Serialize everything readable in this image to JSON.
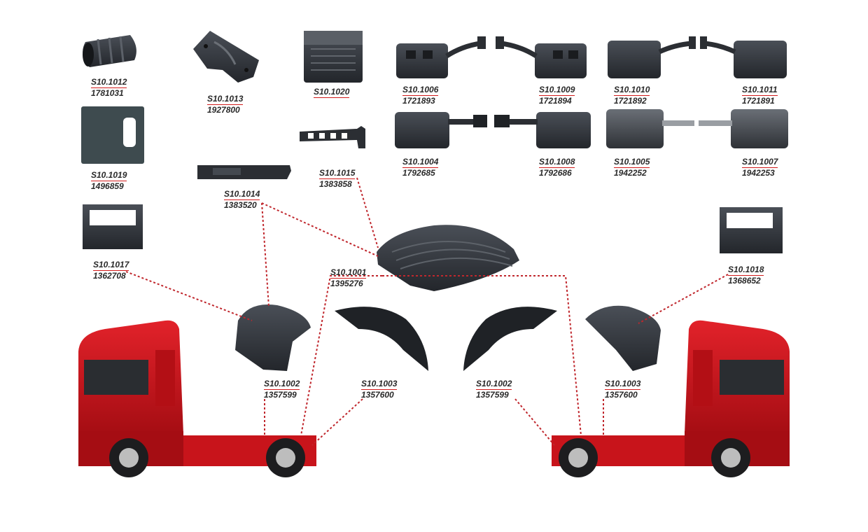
{
  "colors": {
    "callout_line": "#c0272d",
    "underline": "#d11a1a",
    "part_dark": "#2b2e33",
    "part_mid": "#3c4048",
    "truck_red": "#c8141b",
    "truck_dark_red": "#8f0b10",
    "wheel": "#1d1d1f",
    "rim": "#bdbdbd"
  },
  "icons": {
    "truck_left": "red-scania-truck-icon",
    "truck_right": "red-scania-truck-mirrored-icon"
  },
  "parts": [
    {
      "code": "S10.1012",
      "ref": "1781031",
      "name": "rubber-bellow"
    },
    {
      "code": "S10.1013",
      "ref": "1927800",
      "name": "mudguard-bracket-clamp"
    },
    {
      "code": "S10.1020",
      "ref": "",
      "name": "rubber-block"
    },
    {
      "code": "S10.1006",
      "ref": "1721893",
      "name": "mudguard-bracket-left"
    },
    {
      "code": "S10.1009",
      "ref": "1721894",
      "name": "mudguard-bracket-right"
    },
    {
      "code": "S10.1010",
      "ref": "1721892",
      "name": "mudguard-bracket-left-b"
    },
    {
      "code": "S10.1011",
      "ref": "1721891",
      "name": "mudguard-bracket-right-b"
    },
    {
      "code": "S10.1019",
      "ref": "1496859",
      "name": "mud-flap-plate"
    },
    {
      "code": "S10.1004",
      "ref": "1792685",
      "name": "mudguard-holder-left"
    },
    {
      "code": "S10.1008",
      "ref": "1792686",
      "name": "mudguard-holder-right"
    },
    {
      "code": "S10.1005",
      "ref": "1942252",
      "name": "mudguard-holder-left-b"
    },
    {
      "code": "S10.1007",
      "ref": "1942253",
      "name": "mudguard-holder-right-b"
    },
    {
      "code": "S10.1015",
      "ref": "1383858",
      "name": "bracket-strip"
    },
    {
      "code": "S10.1014",
      "ref": "1383520",
      "name": "rubber-strip"
    },
    {
      "code": "S10.1017",
      "ref": "1362708",
      "name": "step-left"
    },
    {
      "code": "S10.1018",
      "ref": "1368652",
      "name": "step-right"
    },
    {
      "code": "S10.1001",
      "ref": "1395276",
      "name": "rear-mudguard"
    },
    {
      "code": "S10.1002",
      "ref": "1357599",
      "name": "front-mudguard-left-front"
    },
    {
      "code": "S10.1003",
      "ref": "1357600",
      "name": "front-mudguard-left-rear"
    },
    {
      "code": "S10.1002",
      "ref": "1357599",
      "name": "front-mudguard-right-rear"
    },
    {
      "code": "S10.1003",
      "ref": "1357600",
      "name": "front-mudguard-right-front"
    }
  ]
}
